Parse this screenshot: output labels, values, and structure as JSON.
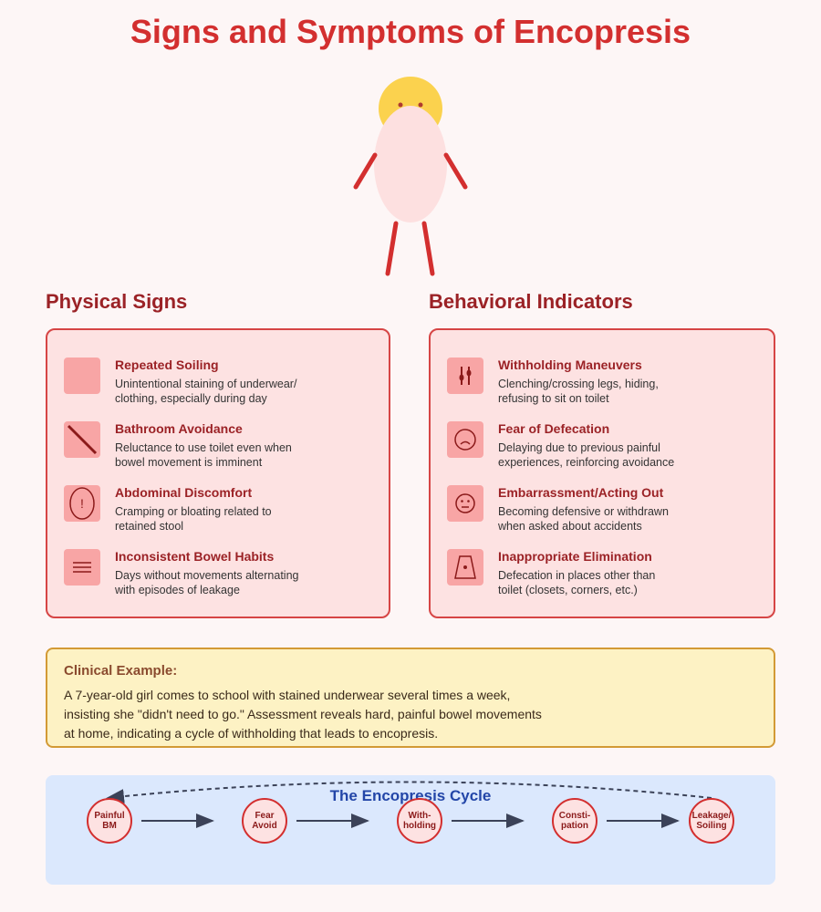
{
  "title": "Signs and Symptoms of Encopresis",
  "colors": {
    "title": "#d32f2f",
    "heading": "#9b2226",
    "card_bg": "#fde2e2",
    "card_border": "#d64545",
    "icon_bg": "#f8a5a5",
    "example_bg": "#fdf2c4",
    "example_border": "#d39a35",
    "cycle_bg": "#dbe8fd",
    "cycle_title": "#2346a8"
  },
  "physical": {
    "heading": "Physical Signs",
    "items": [
      {
        "icon": "blank-square-icon",
        "title": "Repeated Soiling",
        "desc1": "Unintentional staining of underwear/",
        "desc2": "clothing, especially during day"
      },
      {
        "icon": "no-entry-slash-icon",
        "title": "Bathroom Avoidance",
        "desc1": "Reluctance to use toilet even when",
        "desc2": "bowel movement is imminent"
      },
      {
        "icon": "exclamation-belly-icon",
        "title": "Abdominal Discomfort",
        "desc1": "Cramping or bloating related to",
        "desc2": "retained stool"
      },
      {
        "icon": "lines-icon",
        "title": "Inconsistent Bowel Habits",
        "desc1": "Days without movements alternating",
        "desc2": "with episodes of leakage"
      }
    ]
  },
  "behavioral": {
    "heading": "Behavioral Indicators",
    "items": [
      {
        "icon": "clenched-legs-icon",
        "title": "Withholding Maneuvers",
        "desc1": "Clenching/crossing legs, hiding,",
        "desc2": "refusing to sit on toilet"
      },
      {
        "icon": "frown-face-icon",
        "title": "Fear of Defecation",
        "desc1": "Delaying due to previous painful",
        "desc2": "experiences, reinforcing avoidance"
      },
      {
        "icon": "neutral-face-icon",
        "title": "Embarrassment/Acting Out",
        "desc1": "Becoming defensive or withdrawn",
        "desc2": "when asked about accidents"
      },
      {
        "icon": "trapezoid-dot-icon",
        "title": "Inappropriate Elimination",
        "desc1": "Defecation in places other than",
        "desc2": "toilet (closets, corners, etc.)"
      }
    ]
  },
  "example": {
    "title": "Clinical Example:",
    "lines": [
      "A 7-year-old girl comes to school with stained underwear several times a week,",
      "insisting she \"didn't need to go.\" Assessment reveals hard, painful bowel movements",
      "at home, indicating a cycle of withholding that leads to encopresis."
    ]
  },
  "cycle": {
    "title": "The Encopresis Cycle",
    "nodes": [
      {
        "line1": "Painful",
        "line2": "BM"
      },
      {
        "line1": "Fear",
        "line2": "Avoid"
      },
      {
        "line1": "With-",
        "line2": "holding"
      },
      {
        "line1": "Consti-",
        "line2": "pation"
      },
      {
        "line1": "Leakage/",
        "line2": "Soiling"
      }
    ]
  }
}
